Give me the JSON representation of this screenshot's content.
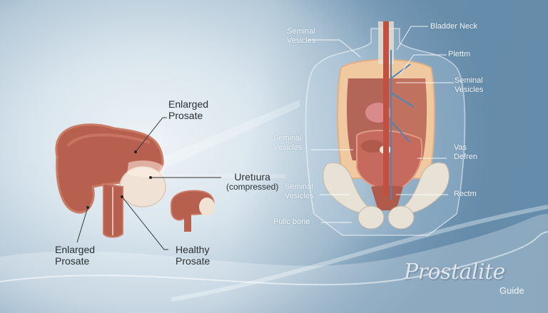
{
  "diagram": {
    "type": "anatomical-illustration",
    "left_panel": {
      "labels": {
        "enlarged_top": [
          "Enlarged",
          "Prosate"
        ],
        "urethra": [
          "Uretıura",
          "(compressed)"
        ],
        "enlarged_bottom": [
          "Enlarged",
          "Prosate"
        ],
        "healthy": [
          "Healthy",
          "Prosate"
        ]
      }
    },
    "right_panel": {
      "labels": {
        "seminal_vesicles_1": [
          "Seminal",
          "Vesicles"
        ],
        "bladder_neck": [
          "Bladder Neck"
        ],
        "plettm": [
          "Plettm"
        ],
        "seminal_vesicles_2": [
          "Seminal",
          "Vesicles"
        ],
        "seminal_vesicles_3": [
          "Seminal",
          "Vesicles"
        ],
        "vas_defren": [
          "Vas",
          "Defren"
        ],
        "seminal_vesicles_4": [
          "Seminal",
          "Vesicles"
        ],
        "rectm": [
          "Rectm"
        ],
        "pulic_bone": [
          "Pulic bone"
        ]
      }
    },
    "brand": {
      "name": "Prostalite",
      "subtitle": "Guide"
    },
    "colors": {
      "bg_light": "#eef3f7",
      "bg_dark": "#6b8fad",
      "organ": "#b8604f",
      "organ_light": "#d58a74",
      "prostate_pale": "#f1e2d6",
      "vessel": "#4a86b8",
      "bone": "#e8e4dc",
      "body_fat": "#f1c9a0"
    }
  }
}
